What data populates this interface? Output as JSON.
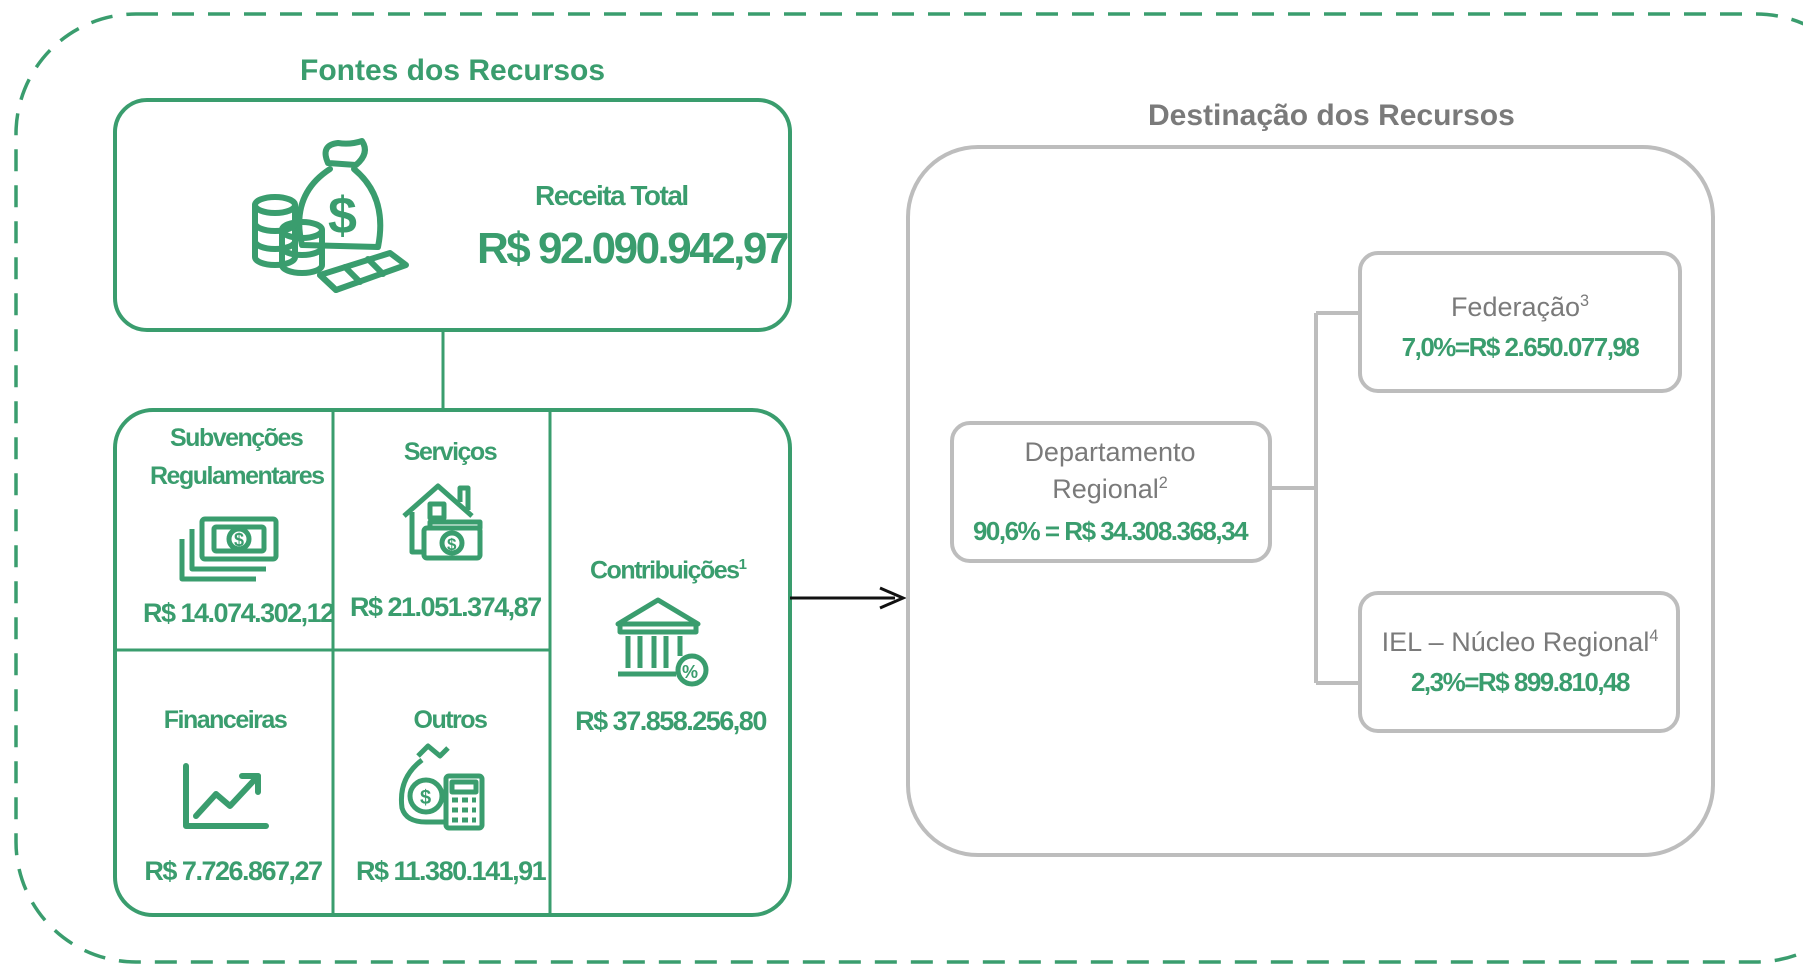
{
  "colors": {
    "accent": "#3a9d6e",
    "neutral": "#bdbdbd",
    "neutral_text": "#7a7a7a"
  },
  "sources": {
    "title": "Fontes dos Recursos",
    "total": {
      "label": "Receita Total",
      "value": "R$ 92.090.942,97",
      "icon": "money-bag-coins-icon"
    },
    "items": [
      {
        "label_line1": "Subvenções",
        "label_line2": "Regulamentares",
        "value": "R$ 14.074.302,12",
        "icon": "banknotes-stack-icon"
      },
      {
        "label": "Serviços",
        "value": "R$ 21.051.374,87",
        "icon": "house-money-icon"
      },
      {
        "label": "Contribuições",
        "footnote": "1",
        "value": "R$ 37.858.256,80",
        "icon": "bank-percent-icon"
      },
      {
        "label": "Financeiras",
        "value": "R$ 7.726.867,27",
        "icon": "growth-chart-icon"
      },
      {
        "label": "Outros",
        "value": "R$ 11.380.141,91",
        "icon": "money-bag-calculator-icon"
      }
    ]
  },
  "destination": {
    "title": "Destinação dos Recursos",
    "regional": {
      "label_line1": "Departamento",
      "label_line2": "Regional",
      "footnote": "2",
      "value": "90,6% = R$ 34.308.368,34"
    },
    "federacao": {
      "label": "Federação",
      "footnote": "3",
      "value": "7,0%=R$ 2.650.077,98"
    },
    "iel": {
      "label": "IEL – Núcleo Regional",
      "footnote": "4",
      "value": "2,3%=R$ 899.810,48"
    }
  }
}
